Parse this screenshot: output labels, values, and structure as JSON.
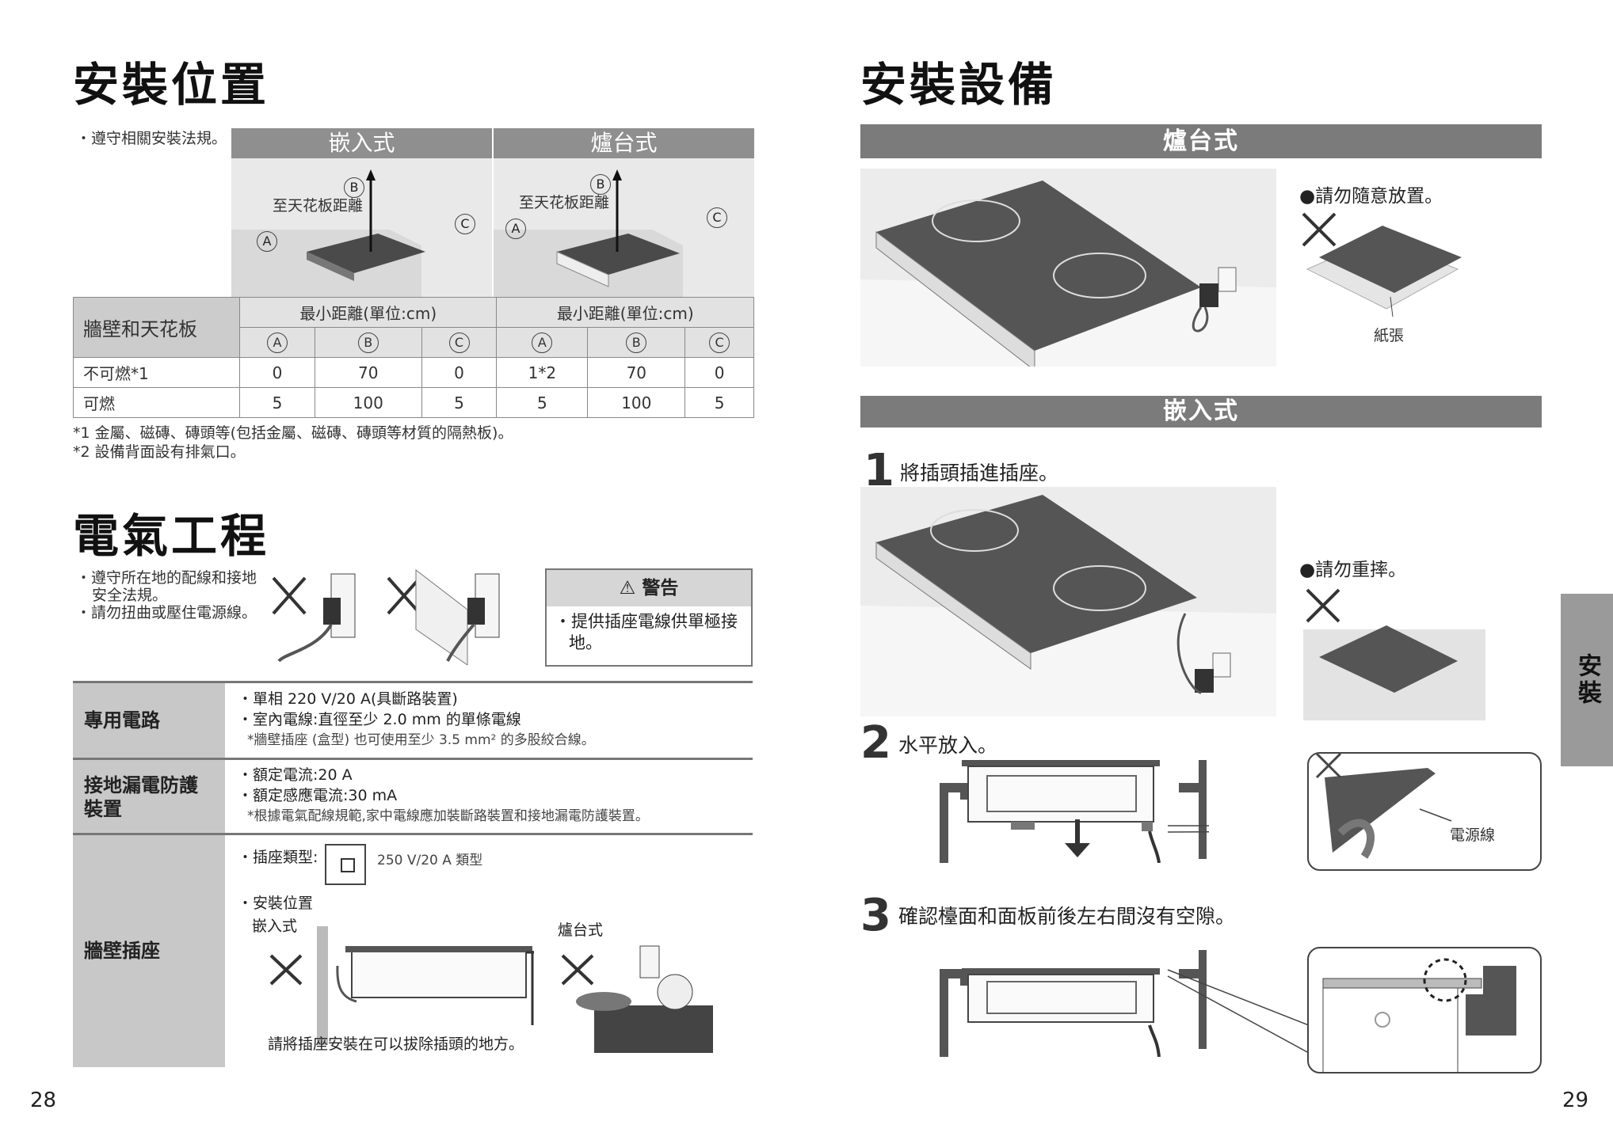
{
  "left": {
    "title_install_location": "安裝位置",
    "note_comply": "・遵守相關安裝法規。",
    "col_builtin": "嵌入式",
    "col_freestanding": "爐台式",
    "ceiling_distance": "至天花板距離",
    "marks": {
      "a": "A",
      "b": "B",
      "c": "C"
    },
    "table": {
      "row_header": "牆壁和天花板",
      "min_dist": "最小距離(單位:cm)",
      "rows": [
        {
          "label": "不可燃*1",
          "values": [
            "0",
            "70",
            "0",
            "1*2",
            "70",
            "0"
          ]
        },
        {
          "label": "可燃",
          "values": [
            "5",
            "100",
            "5",
            "5",
            "100",
            "5"
          ]
        }
      ]
    },
    "footnote1": "*1 金屬、磁磚、磚頭等(包括金屬、磁磚、磚頭等材質的隔熱板)。",
    "footnote2": "*2 設備背面設有排氣口。",
    "title_electrical": "電氣工程",
    "elec_note1": "・遵守所在地的配線和接地",
    "elec_note1b": "安全法規。",
    "elec_note2": "・請勿扭曲或壓住電源線。",
    "warning_title": "警告",
    "warning_text1": "・提供插座電線供單極接",
    "warning_text2": "地。",
    "spec": {
      "circuit_label": "專用電路",
      "circuit_lines": [
        "・單相 220 V/20 A(具斷路裝置)",
        "・室內電線:直徑至少 2.0 mm 的單條電線",
        "*牆壁插座 (盒型) 也可使用至少 3.5 mm² 的多股絞合線。"
      ],
      "leak_label1": "接地漏電防護",
      "leak_label2": "裝置",
      "leak_lines": [
        "・額定電流:20 A",
        "・額定感應電流:30 mA",
        "*根據電氣配線規範,家中電線應加裝斷路裝置和接地漏電防護裝置。"
      ],
      "outlet_label": "牆壁插座",
      "outlet_type_label": "・插座類型:",
      "outlet_type_value": "250 V/20 A 類型",
      "install_pos": "・安裝位置",
      "builtin": "嵌入式",
      "freestanding": "爐台式",
      "outlet_note": "請將插座安裝在可以拔除插頭的地方。"
    },
    "page_number": "28"
  },
  "right": {
    "title_equipment": "安裝設備",
    "bar_freestanding": "爐台式",
    "no_place": "●請勿隨意放置。",
    "paper": "紙張",
    "bar_builtin": "嵌入式",
    "step1_num": "1",
    "step1_text": "將插頭插進插座。",
    "no_drop": "●請勿重摔。",
    "step2_num": "2",
    "step2_text": "水平放入。",
    "power_cord": "電源線",
    "step3_num": "3",
    "step3_text": "確認檯面和面板前後左右間沒有空隙。",
    "side_tab": "安裝",
    "page_number": "29"
  }
}
